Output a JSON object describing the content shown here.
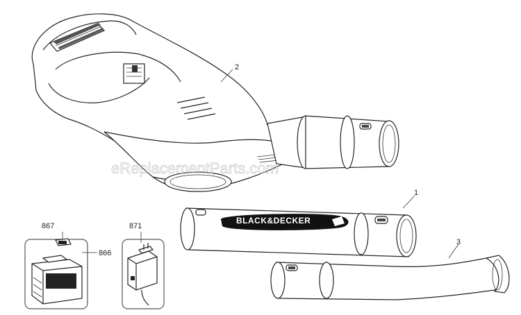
{
  "callouts": {
    "part_2": "2",
    "part_1": "1",
    "part_3": "3",
    "part_867": "867",
    "part_866": "866",
    "part_871": "871"
  },
  "brand_logo_text": "BLACK&DECKER",
  "watermark": "eReplacementParts.com"
}
